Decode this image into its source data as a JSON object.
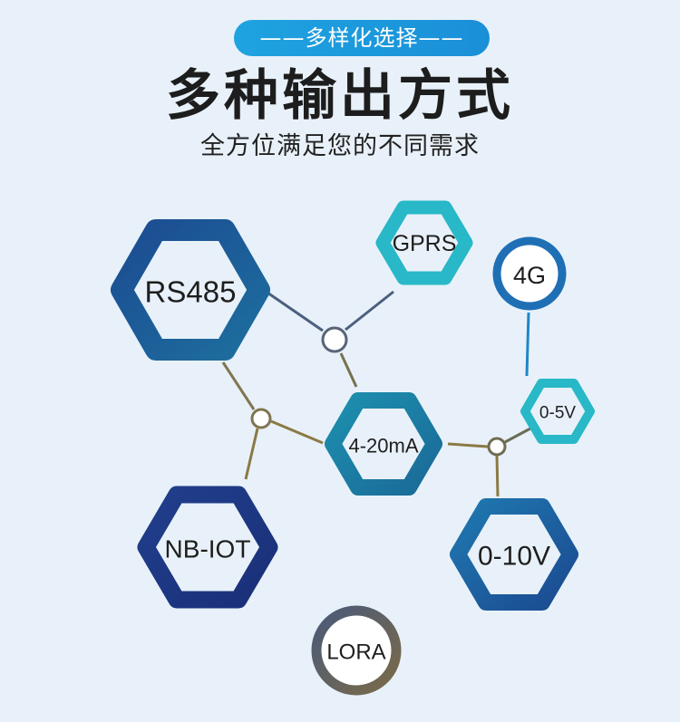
{
  "header": {
    "tag": "——多样化选择——",
    "title": "多种输出方式",
    "subtitle": "全方位满足您的不同需求"
  },
  "nodes": {
    "rs485": "RS485",
    "gprs": "GPRS",
    "g4": "4G",
    "v05": "0-5V",
    "ma420": "4-20mA",
    "nbiot": "NB-IOT",
    "v010": "0-10V",
    "lora": "LORA"
  },
  "colors": {
    "background": "#e8f1f9",
    "accent": "#1fa3e0",
    "cyan": "#28b8c8",
    "teal": "#1b7fa2",
    "navy": "#1e3c86",
    "blue": "#1f5ea6",
    "connector": "#4a5a74",
    "connector_gold": "#8a7a44"
  }
}
